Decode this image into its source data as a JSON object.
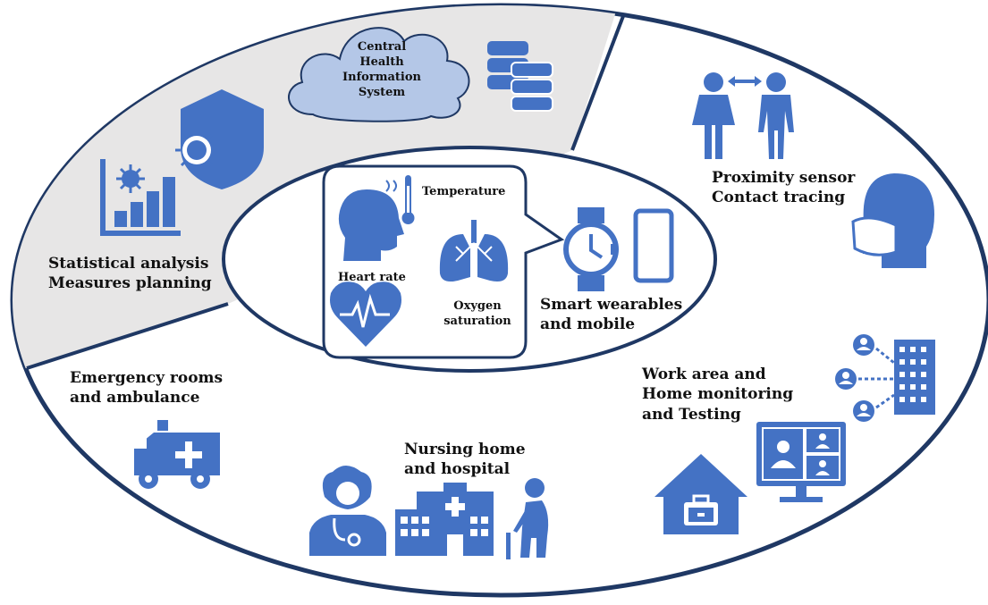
{
  "colors": {
    "icon_blue": "#4472C4",
    "cloud_fill": "#B4C7E7",
    "sector_gray": "#E7E6E6",
    "outline": "#1F3864"
  },
  "cloud": {
    "lines": [
      "Central",
      "Health Information",
      "System"
    ]
  },
  "labels": {
    "statistical": [
      "Statistical analysis",
      "Measures planning"
    ],
    "proximity": [
      "Proximity sensor",
      "Contact tracing"
    ],
    "emergency": [
      "Emergency rooms",
      "and ambulance"
    ],
    "nursing": [
      "Nursing home",
      "and hospital"
    ],
    "work": [
      "Work area and",
      "Home monitoring",
      "and Testing"
    ],
    "wearables": [
      "Smart wearables",
      "and mobile"
    ],
    "temperature": "Temperature",
    "heart_rate": "Heart rate",
    "oxygen": [
      "Oxygen",
      "saturation"
    ]
  },
  "icons": [
    "cloud-icon",
    "database-icon",
    "virus-shield-icon",
    "chart-virus-icon",
    "people-distance-icon",
    "masked-head-icon",
    "person-temperature-icon",
    "lungs-icon",
    "heart-rate-icon",
    "smartwatch-icon",
    "smartphone-icon",
    "ambulance-icon",
    "doctor-icon",
    "hospital-icon",
    "elderly-person-icon",
    "home-icon",
    "video-call-icon",
    "remote-workers-icon"
  ]
}
